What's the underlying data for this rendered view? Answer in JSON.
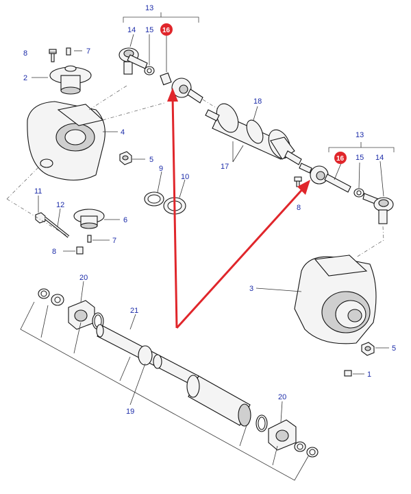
{
  "diagram": {
    "labels": {
      "l1": "1",
      "l2": "2",
      "l3": "3",
      "l4": "4",
      "l5a": "5",
      "l5b": "5",
      "l6": "6",
      "l7a": "7",
      "l7b": "7",
      "l8a": "8",
      "l8b": "8",
      "l8c": "8",
      "l9": "9",
      "l10": "10",
      "l11": "11",
      "l12": "12",
      "l13a": "13",
      "l13b": "13",
      "l14a": "14",
      "l14b": "14",
      "l15a": "15",
      "l15b": "15",
      "l16a": "16",
      "l16b": "16",
      "l17": "17",
      "l18": "18",
      "l19": "19",
      "l20a": "20",
      "l20b": "20",
      "l21": "21"
    },
    "colors": {
      "label_blue": "#1a2aa8",
      "highlight_red": "#e0262b",
      "arrow_red": "#e0262b"
    }
  }
}
